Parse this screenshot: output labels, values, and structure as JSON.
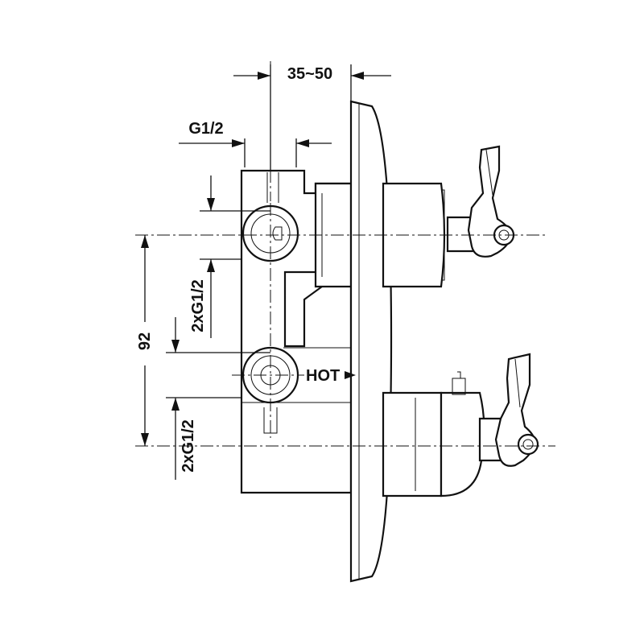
{
  "dimensions": {
    "mounting_depth": "35~50",
    "top_thread": "G1/2",
    "upper_outlet_thread": "2xG1/2",
    "port_spacing": "92",
    "lower_outlet_thread": "2xG1/2"
  },
  "labels": {
    "hot_inlet": "HOT"
  }
}
